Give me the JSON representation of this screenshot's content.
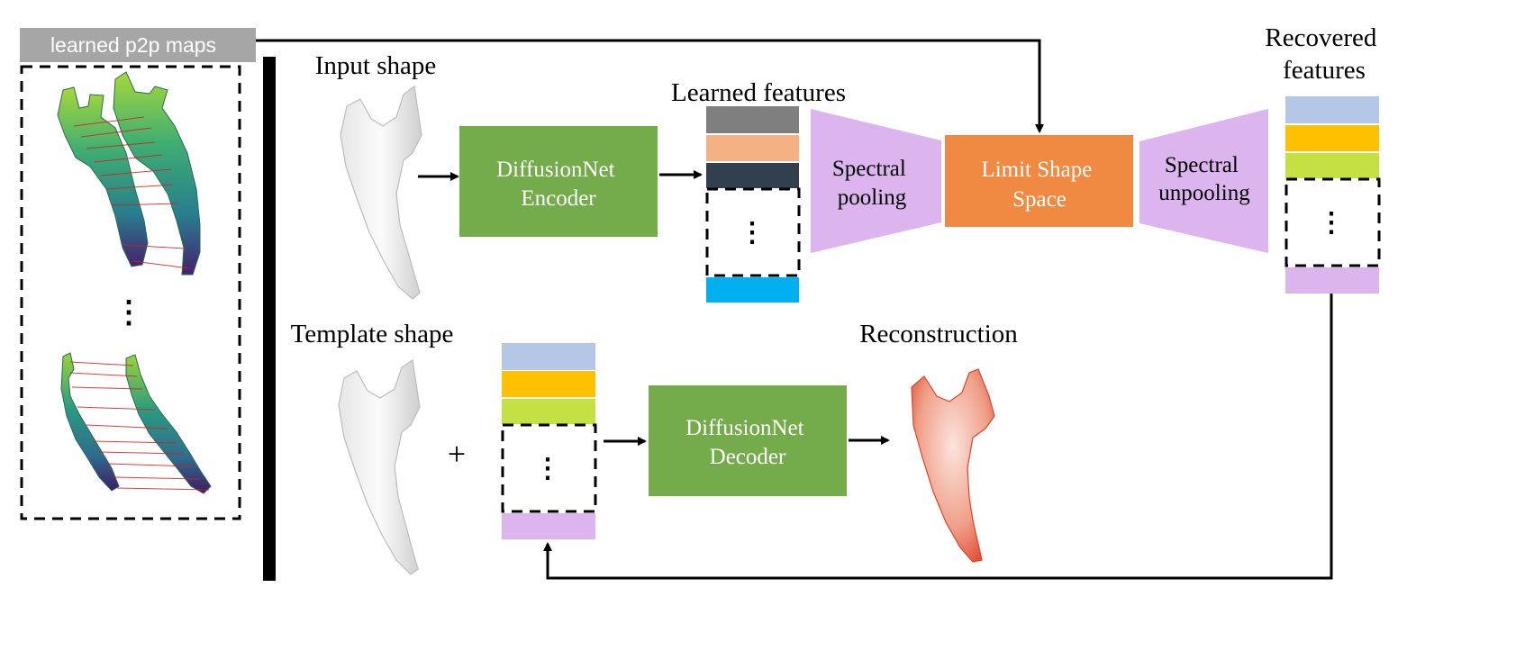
{
  "left_panel": {
    "badge_label": "learned p2p maps",
    "ellipsis": "⋮"
  },
  "top_row": {
    "input_label": "Input shape",
    "encoder_lines": [
      "DiffusionNet",
      "Encoder"
    ],
    "learned_label": "Learned features",
    "pooling_lines": [
      "Spectral",
      "pooling"
    ],
    "limit_lines": [
      "Limit Shape",
      "Space"
    ],
    "unpooling_lines": [
      "Spectral",
      "unpooling"
    ],
    "recovered_lines": [
      "Recovered",
      "features"
    ],
    "ellipsis": "⋮"
  },
  "bottom_row": {
    "template_label": "Template shape",
    "plus": "+",
    "decoder_lines": [
      "DiffusionNet",
      "Decoder"
    ],
    "reconstruction_label": "Reconstruction",
    "ellipsis": "⋮"
  },
  "colors": {
    "green_block": "#74ac4c",
    "orange_block": "#f08a42",
    "lilac_trapezoid": "#dcb4ee",
    "badge_gray": "#a6a6a6",
    "stack_gray": "#7f7f7f",
    "stack_peach": "#f4b183",
    "stack_navy": "#323f4f",
    "stack_cyan": "#00b0f0",
    "stack_blue": "#b4c7e7",
    "stack_gold": "#ffc000",
    "stack_lime": "#c5e043",
    "stack_lilac": "#dcb4ee"
  }
}
